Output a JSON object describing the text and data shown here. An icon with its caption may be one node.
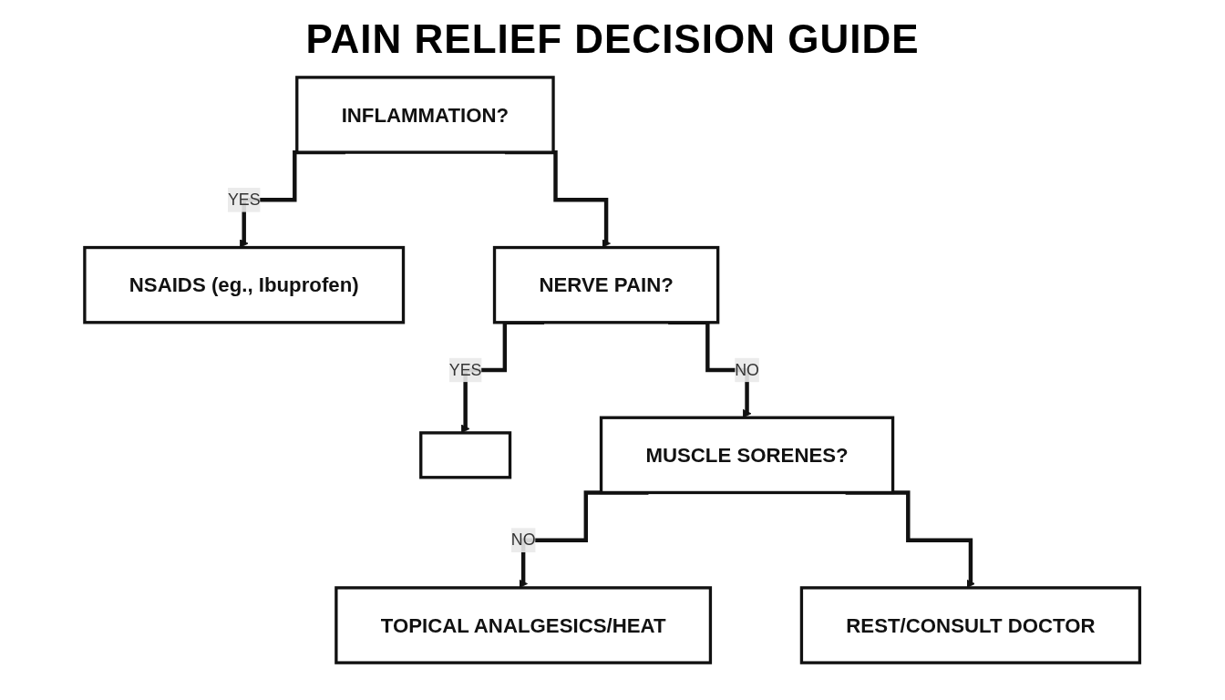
{
  "diagram": {
    "title": "PAIN RELIEF DECISION GUIDE",
    "nodes": [
      {
        "text": [
          "INFLAMMATION?"
        ]
      },
      {
        "text": [
          "NSAIDS (eg., Ibuprofen)"
        ]
      },
      {
        "text": [
          "NERVE PAIN?"
        ]
      },
      {
        "text": [],
        "shape": "box"
      },
      {
        "text": [
          "MUSCLE SORENES?"
        ]
      },
      {
        "text": [
          "TOPICAL ANALGESICS/HEAT"
        ]
      },
      {
        "text": [
          "REST/CONSULT DOCTOR"
        ]
      }
    ],
    "edges": [
      {
        "from": 0,
        "to": 1,
        "arrow": "to",
        "label": "YES"
      },
      {
        "from": 0,
        "to": 2,
        "arrow": "to"
      },
      {
        "from": 2,
        "to": 3,
        "arrow": "to",
        "label": "YES"
      },
      {
        "from": 2,
        "to": 4,
        "arrow": "to",
        "label": "NO"
      },
      {
        "from": 4,
        "to": 5,
        "arrow": "to",
        "label": "NO"
      },
      {
        "from": 4,
        "to": 6,
        "arrow": "to"
      }
    ]
  }
}
